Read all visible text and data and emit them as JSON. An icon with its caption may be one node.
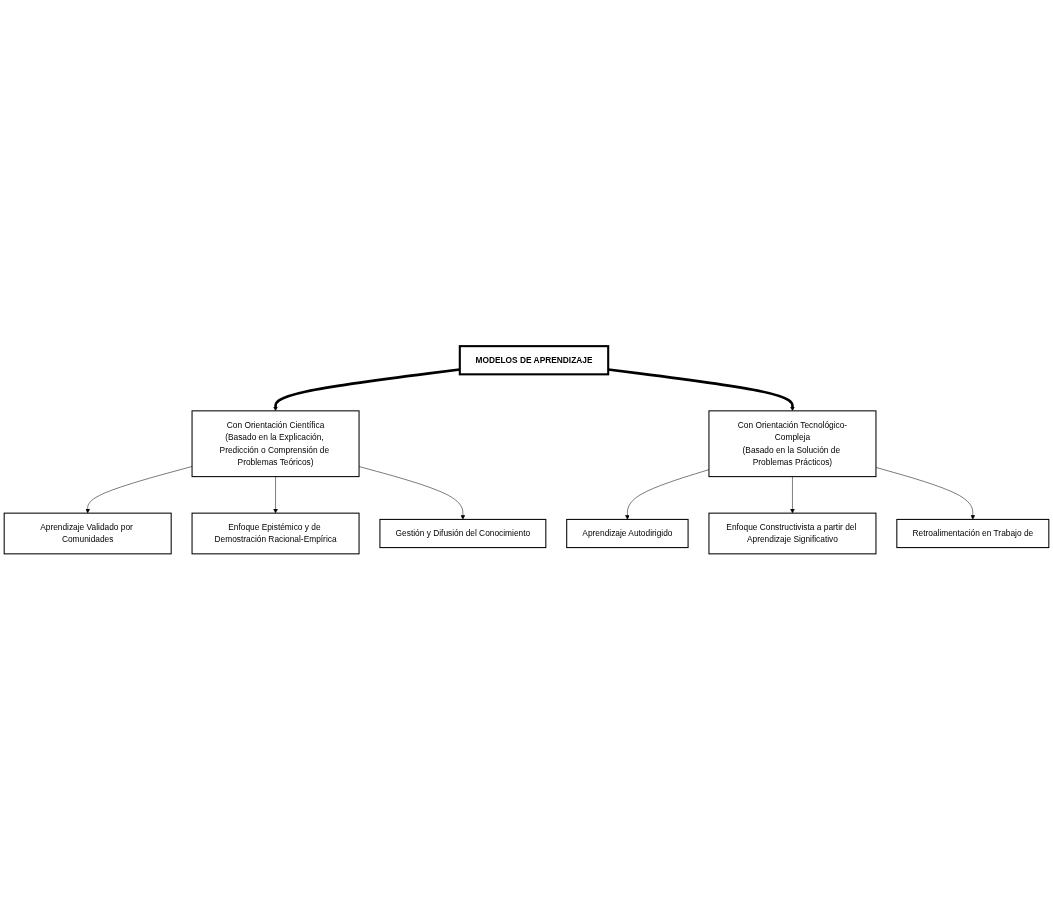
{
  "diagram": {
    "nodes": [
      {
        "text": [
          "Aprendizaje Validado por Comunidades"
        ]
      },
      {
        "text": [
          "Enfoque Epistémico y de Demostración Racional-Empírica"
        ]
      },
      {
        "text": [
          "Gestión y Difusión del Conocimiento"
        ]
      },
      {
        "text": [
          "Con Orientación Científica",
          "(Basado en la Explicación, Predicción o Comprensión de Problemas Teóricos)"
        ]
      },
      {
        "text": [
          "MODELOS DE APRENDIZAJE"
        ]
      },
      {
        "text": [
          "Con Orientación Tecnológico-Compleja",
          "(Basado en la Solución de Problemas Prácticos)"
        ]
      },
      {
        "text": [
          "Aprendizaje Autodirigido"
        ]
      },
      {
        "text": [
          "Enfoque Constructivista a partir del Aprendizaje Significativo"
        ]
      },
      {
        "text": [
          "Retroalimentación en Trabajo de"
        ]
      }
    ],
    "edges": [
      {
        "from": 3,
        "to": 0,
        "arrow": "to"
      },
      {
        "from": 3,
        "to": 1,
        "arrow": "to"
      },
      {
        "from": 3,
        "to": 2,
        "arrow": "to"
      },
      {
        "from": 4,
        "to": 3,
        "arrow": "to",
        "style": "thick"
      },
      {
        "from": 4,
        "to": 5,
        "arrow": "to",
        "style": "thick"
      },
      {
        "from": 5,
        "to": 6,
        "arrow": "to"
      },
      {
        "from": 5,
        "to": 7,
        "arrow": "to"
      },
      {
        "from": 5,
        "to": 8,
        "arrow": "to"
      }
    ]
  }
}
